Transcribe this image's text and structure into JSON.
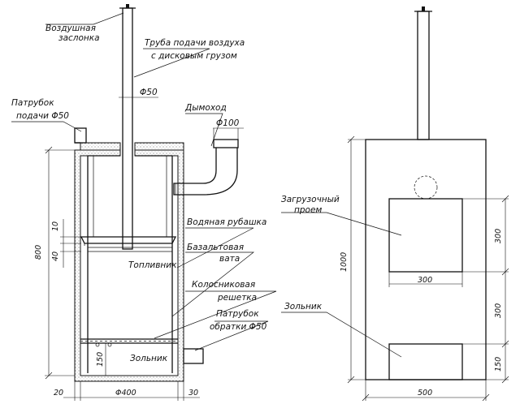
{
  "side_view": {
    "labels": {
      "damper": [
        "Воздушная",
        "заслонка"
      ],
      "air_pipe": [
        "Труба подачи воздуха",
        "с дисковым грузом"
      ],
      "inlet_pipe": [
        "Патрубок",
        "подачи Φ50"
      ],
      "chimney": "Дымоход",
      "water_jacket": "Водяная рубашка",
      "basalt": [
        "Базальтовая",
        "вата"
      ],
      "firebox": "Топливник",
      "grate": [
        "Колосниковая",
        "решетка"
      ],
      "return_pipe": [
        "Патрубок",
        "обратки Φ50"
      ],
      "ashpit": "Зольник"
    },
    "dims": {
      "pipe_dia": "Φ50",
      "chimney_dia": "Φ100",
      "height": "800",
      "d10": "10",
      "d40": "40",
      "d150": "150",
      "d20": "20",
      "width": "Φ400",
      "d30": "30"
    }
  },
  "front_view": {
    "labels": {
      "load_opening": [
        "Загрузочный",
        "проем"
      ],
      "ashpit": "Зольник"
    },
    "dims": {
      "height": "1000",
      "door_h": "300",
      "door_w": "300",
      "mid": "300",
      "ash_h": "150",
      "width": "500"
    }
  }
}
